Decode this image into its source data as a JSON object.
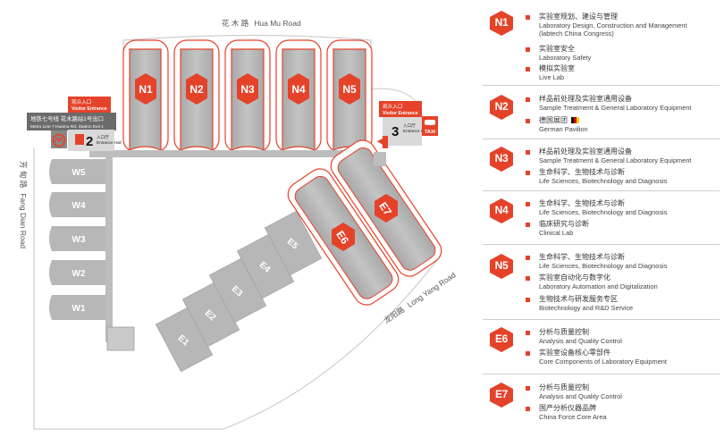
{
  "roads": {
    "top_zh": "花 木 路",
    "top_en": "Hua Mu Road",
    "left_zh": "芳 甸 路",
    "left_en": "Fang Dian Road",
    "right_zh": "龙阳路",
    "right_en": "Long Yang Road"
  },
  "metro": {
    "line1": "地铁七号线 花木路站1号出口",
    "line2": "Metro Line 7  Huamu Rd. Station Exit 1"
  },
  "entrances": [
    {
      "number": "2",
      "zh": "入口厅",
      "en": "Entrance Hall",
      "visitor_zh": "观众入口",
      "visitor_en": "Visitor Entrance"
    },
    {
      "number": "3",
      "zh": "入口厅",
      "en": "Entrance Hall",
      "visitor_zh": "观众入口",
      "visitor_en": "Visitor Entrance"
    }
  ],
  "taxi_label": "TAXI",
  "halls_north": [
    "N1",
    "N2",
    "N3",
    "N4",
    "N5"
  ],
  "halls_west": [
    "W5",
    "W4",
    "W3",
    "W2",
    "W1"
  ],
  "halls_east_small": [
    "E1",
    "E2",
    "E3",
    "E4",
    "E5"
  ],
  "halls_east_big": [
    "E6",
    "E7"
  ],
  "colors": {
    "accent": "#e4432a",
    "hall_grey": "#b9b9b9",
    "hall_dark": "#9d9d9d"
  },
  "legend": [
    {
      "hall": "N1",
      "entries": [
        {
          "zh": "实验室规划、建设与管理",
          "en": "Laboratory Design, Construction and Management (labtech China Congress)"
        },
        {
          "zh": "实验室安全",
          "en": "Laboratory Safety"
        },
        {
          "zh": "模拟实验室",
          "en": "Live Lab"
        }
      ]
    },
    {
      "hall": "N2",
      "entries": [
        {
          "zh": "样品前处理及实验室通用设备",
          "en": "Sample Treatment & General Laboratory Equipment"
        },
        {
          "zh": "德国展团",
          "en": "German Pavilion",
          "flag": true
        }
      ]
    },
    {
      "hall": "N3",
      "entries": [
        {
          "zh": "样品前处理及实验室通用设备",
          "en": "Sample Treatment & General Laboratory Equipment"
        },
        {
          "zh": "生命科学、生物技术与诊断",
          "en": "Life Sciences, Biotechnology and Diagnosis"
        }
      ]
    },
    {
      "hall": "N4",
      "entries": [
        {
          "zh": "生命科学、生物技术与诊断",
          "en": "Life Sciences, Biotechnology and Diagnosis"
        },
        {
          "zh": "临床研究与诊断",
          "en": "Clinical Lab"
        }
      ]
    },
    {
      "hall": "N5",
      "entries": [
        {
          "zh": "生命科学、生物技术与诊断",
          "en": "Life Sciences, Biotechnology and Diagnosis"
        },
        {
          "zh": "实验室自动化与数字化",
          "en": "Laboratory Automation and Digitalization"
        },
        {
          "zh": "生物技术与研发服务专区",
          "en": "Biotechnology and R&D Service"
        }
      ]
    },
    {
      "hall": "E6",
      "entries": [
        {
          "zh": "分析与质量控制",
          "en": "Analysis and Quality Control"
        },
        {
          "zh": "实验室设备核心零部件",
          "en": "Core Components of Laboratory Equipment"
        }
      ]
    },
    {
      "hall": "E7",
      "entries": [
        {
          "zh": "分析与质量控制",
          "en": "Analysis and Quality Control"
        },
        {
          "zh": "国产分析仪器品牌",
          "en": "China Force Core Area"
        }
      ]
    }
  ]
}
